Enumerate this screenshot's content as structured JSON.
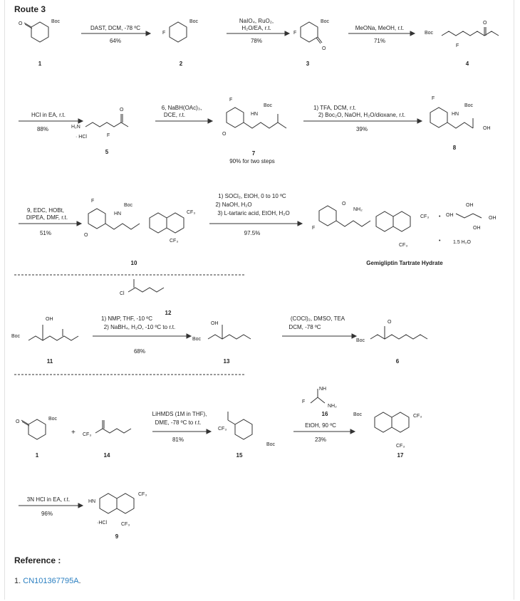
{
  "route_title": "Route 3",
  "reference_title": "Reference :",
  "reference": {
    "number": "1.",
    "link": "CN101367795A",
    "suffix": "."
  },
  "groups": {
    "boc": "Boc",
    "cf3": "CF₃",
    "cf3_alt": "CF₃",
    "f": "F",
    "o": "O",
    "hcl": "· HCl",
    "hcl2": "·HCl",
    "nh": "HN",
    "nh2": "H₂N",
    "nh_amine": "NH₂",
    "oh": "OH",
    "cl": "Cl",
    "nh_bocn": "Boc",
    "h": "H",
    "nh_imine": "NH",
    "nh2_amid": "NH₂",
    "dot": "•",
    "hydrate": "1.5 H₂O"
  },
  "steps": [
    {
      "id": "s1",
      "cond_top": "DAST, DCM, -78 ºC",
      "cond_bottom": "",
      "yield": "64%"
    },
    {
      "id": "s2",
      "cond_top": "NaIO₄, RuO₂,",
      "cond_bottom": "H₂O/EA, r.t.",
      "yield": "78%"
    },
    {
      "id": "s3",
      "cond_top": "MeONa, MeOH, r.t.",
      "cond_bottom": "",
      "yield": "71%"
    },
    {
      "id": "s4",
      "cond_top": "HCl in EA, r.t.",
      "cond_bottom": "",
      "yield": "88%"
    },
    {
      "id": "s5",
      "cond_top": "6, NaBH(OAc)₃,",
      "cond_bottom": "DCE, r.t.",
      "yield": ""
    },
    {
      "id": "s6",
      "cond_top": "1) TFA, DCM, r.t.",
      "cond_bottom": "2) Boc₂O, NaOH, H₂O/dioxane, r.t.",
      "yield": "39%"
    },
    {
      "id": "s7",
      "cond_top": "9, EDC, HOBt,",
      "cond_bottom": "DIPEA, DMF, r.t.",
      "yield": "51%"
    },
    {
      "id": "s8",
      "cond_top": "1) SOCl₂, EtOH, 0 to 10 ºC",
      "cond_mid": "2) NaOH, H₂O",
      "cond_bottom": "3) L-tartaric acid, EtOH, H₂O",
      "yield": "97.5%"
    },
    {
      "id": "s9",
      "cond_top": "1) NMP, THF, -10 ºC",
      "cond_bottom": "2) NaBH₄, H₂O, -10 ºC to r.t.",
      "yield": "68%"
    },
    {
      "id": "s10",
      "cond_top": "(COCl)₂, DMSO, TEA",
      "cond_bottom": "DCM, -78 ºC",
      "yield": ""
    },
    {
      "id": "s11",
      "cond_top": "LiHMDS (1M in THF),",
      "cond_bottom": "DME, -78 ºC to r.t.",
      "yield": "81%"
    },
    {
      "id": "s12",
      "cond_top": "EtOH, 90 ºC",
      "cond_bottom": "",
      "yield": "23%"
    },
    {
      "id": "s13",
      "cond_top": "3N HCl in EA, r.t.",
      "cond_bottom": "",
      "yield": "96%"
    }
  ],
  "compounds": [
    {
      "id": "c1",
      "label": "1"
    },
    {
      "id": "c2",
      "label": "2"
    },
    {
      "id": "c3",
      "label": "3"
    },
    {
      "id": "c4",
      "label": "4"
    },
    {
      "id": "c5",
      "label": "5"
    },
    {
      "id": "c7",
      "label": "7"
    },
    {
      "id": "c7note",
      "label": "90% for two steps"
    },
    {
      "id": "c8",
      "label": "8"
    },
    {
      "id": "c10",
      "label": "10"
    },
    {
      "id": "final",
      "label": "Gemigliptin Tartrate Hydrate"
    },
    {
      "id": "c11",
      "label": "11"
    },
    {
      "id": "c12",
      "label": "12"
    },
    {
      "id": "c13",
      "label": "13"
    },
    {
      "id": "c6",
      "label": "6"
    },
    {
      "id": "c1b",
      "label": "1"
    },
    {
      "id": "c14",
      "label": "14"
    },
    {
      "id": "c15",
      "label": "15"
    },
    {
      "id": "c16",
      "label": "16"
    },
    {
      "id": "c17",
      "label": "17"
    },
    {
      "id": "c9",
      "label": "9"
    }
  ],
  "plus": "+"
}
